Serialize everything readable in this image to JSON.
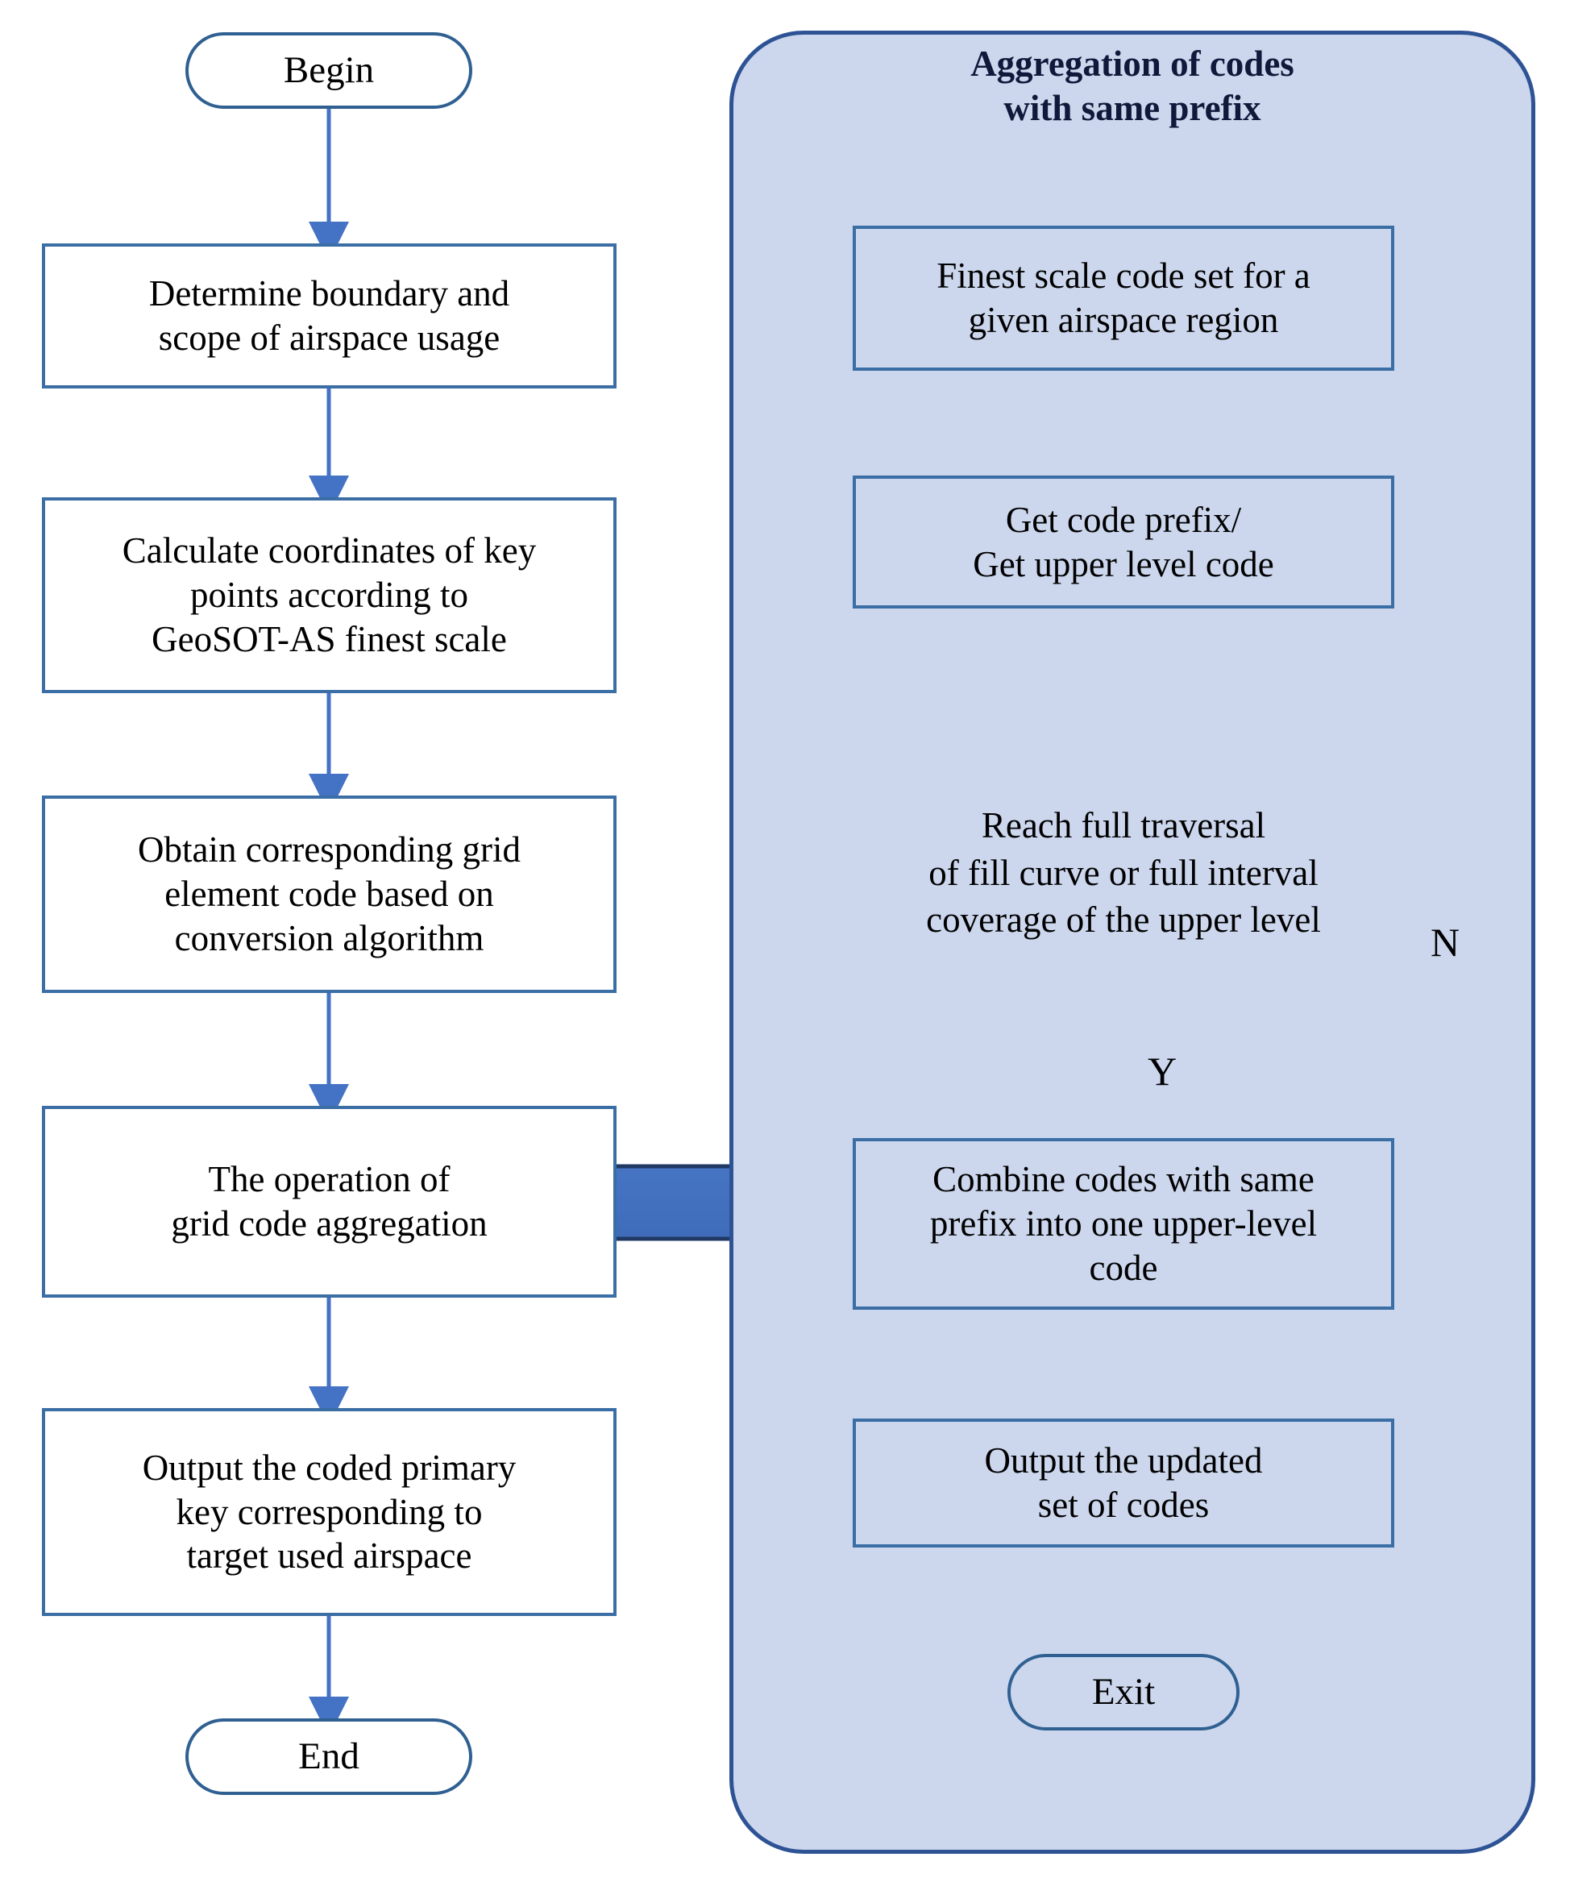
{
  "diagram": {
    "title": "Airspace grid code generation and aggregation flowchart",
    "colors": {
      "panel_fill": "#ccd7ee",
      "panel_border": "#2e5395",
      "box_border": "#3a6ea5",
      "terminator_border": "#2f6091",
      "connector": "#4472c4",
      "block_arrow_fill": "#4472c4",
      "block_arrow_border": "#203864",
      "text": "#000000",
      "canvas": "#ffffff"
    }
  },
  "left_flow": {
    "begin": "Begin",
    "steps": [
      "Determine boundary and\nscope of airspace usage",
      "Calculate coordinates of key\npoints according to\nGeoSOT-AS finest scale",
      "Obtain corresponding grid\nelement code based on\nconversion algorithm",
      "The operation of\ngrid code aggregation",
      "Output the coded primary\nkey corresponding to\ntarget used airspace"
    ],
    "end": "End"
  },
  "right_panel": {
    "title": "Aggregation of codes\nwith same prefix",
    "steps": [
      "Finest scale code set for a\ngiven airspace region",
      "Get code prefix/\nGet upper level code"
    ],
    "decision": "Reach full traversal\nof fill curve or full interval\ncoverage of the upper level",
    "branch_yes": "Y",
    "branch_no": "N",
    "after_yes": "Combine codes with same\nprefix into one upper-level\ncode",
    "output": "Output the updated\nset of codes",
    "exit": "Exit"
  }
}
